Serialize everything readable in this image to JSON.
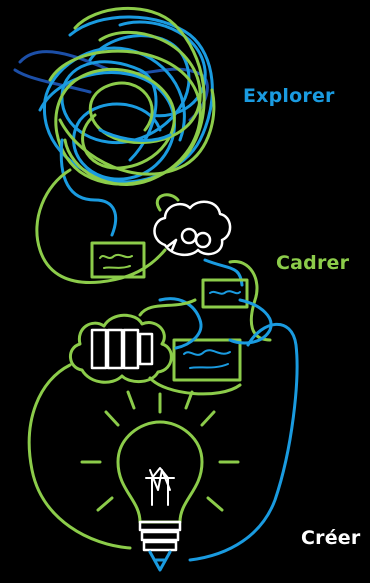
{
  "labels": {
    "explorer": "Explorer",
    "cadrer": "Cadrer",
    "creer": "Créer"
  },
  "colors": {
    "background": "#000000",
    "blue": "#1a9be0",
    "dark_blue": "#1c4fa8",
    "green": "#8ccc4a",
    "white": "#ffffff"
  },
  "icons": [
    "tangled-scribble-icon",
    "thought-bubble-icon",
    "note-card-icon",
    "cloud-icon",
    "lightbulb-icon"
  ]
}
